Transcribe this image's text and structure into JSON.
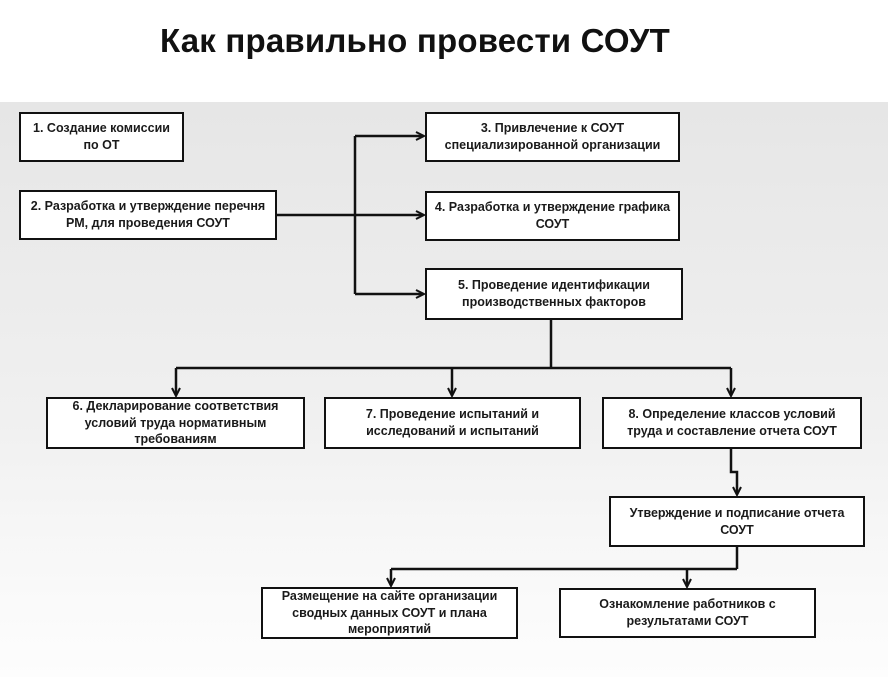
{
  "title": "Как правильно провести СОУТ",
  "steps": {
    "s1": "1. Создание комиссии по ОТ",
    "s2": "2. Разработка и утверждение перечня РМ, для проведения СОУТ",
    "s3": "3. Привлечение к СОУТ специализированной организации",
    "s4": "4. Разработка и утверждение графика СОУТ",
    "s5": "5. Проведение идентификации производственных факторов",
    "s6": "6. Декларирование соответствия условий труда нормативным требованиям",
    "s7": "7. Проведение испытаний и исследований и испытаний",
    "s8": "8. Определение классов условий труда и составление отчета СОУТ",
    "s9": "Утверждение и подписание отчета СОУТ",
    "s10": "Размещение на сайте организации сводных данных СОУТ и плана мероприятий",
    "s11": "Ознакомление работников с результатами СОУТ"
  }
}
